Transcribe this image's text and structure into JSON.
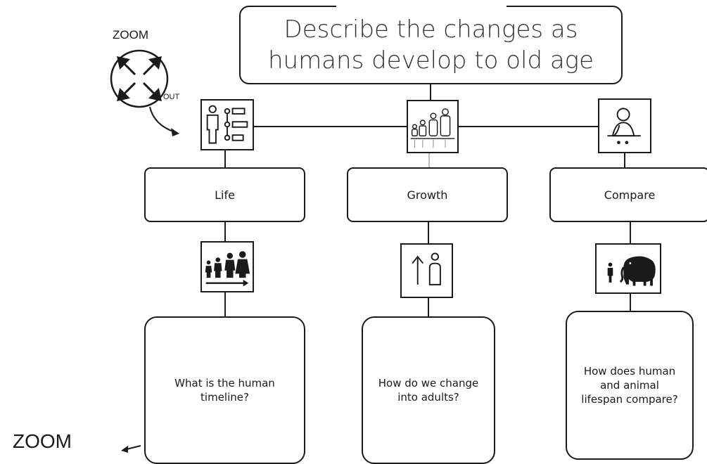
{
  "title": {
    "line1": "Describe the changes as",
    "line2": "humans develop to old age"
  },
  "zoom_out": {
    "label": "ZOOM",
    "sublabel": "OUT"
  },
  "zoom_in": {
    "label": "ZOOM"
  },
  "categories": [
    {
      "label": "Life",
      "top_icon": "career-timeline-icon",
      "bottom_icon": "family-lifecycle-icon",
      "question": [
        "What is the human",
        "timeline?"
      ]
    },
    {
      "label": "Growth",
      "top_icon": "family-heights-icon",
      "bottom_icon": "growth-arrow-person-icon",
      "question": [
        "How do we change",
        "into adults?"
      ]
    },
    {
      "label": "Compare",
      "top_icon": "elderly-person-icon",
      "bottom_icon": "human-elephant-icon",
      "question": [
        "How does human",
        "and animal",
        "lifespan compare?"
      ]
    }
  ],
  "colors": {
    "line": "#1a1a1a",
    "faint_line": "#bbbbbb"
  }
}
